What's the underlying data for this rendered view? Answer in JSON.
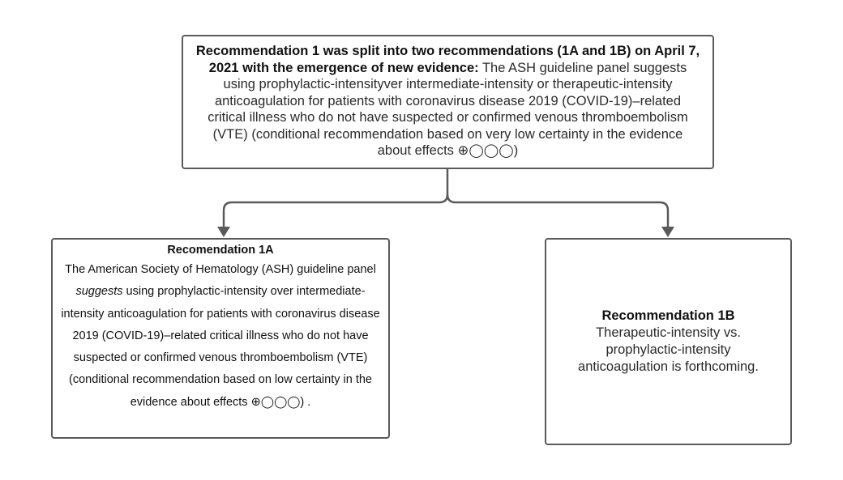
{
  "top_box": {
    "bold_text": "Recommendation 1 was split into two recommendations (1A and 1B) on April 7, 2021 with the emergence of new evidence:",
    "body_text": "The ASH guideline panel suggests using prophylactic-intensityver intermediate-intensity or therapeutic-intensity anticoagulation for patients with coronavirus disease 2019 (COVID-19)–related critical illness who do not have suspected or confirmed venous thromboembolism (VTE) (conditional recommendation based on very low certainty in the evidence about effects ⊕◯◯◯)"
  },
  "box_1a": {
    "title": "Recomendation 1A",
    "text_before": "The American Society of Hematology (ASH) guideline panel",
    "emphasis": "suggests",
    "text_after": "using prophylactic-intensity over intermediate-intensity anticoagulation for patients with coronavirus disease 2019 (COVID-19)–related critical illness who do not have suspected or confirmed venous thromboembolism (VTE) (conditional recommendation based on low certainty in the evidence about effects ⊕◯◯◯) ."
  },
  "box_1b": {
    "title": "Recommendation 1B",
    "text": "Therapeutic-intensity vs. prophylactic-intensity anticoagulation is forthcoming."
  }
}
